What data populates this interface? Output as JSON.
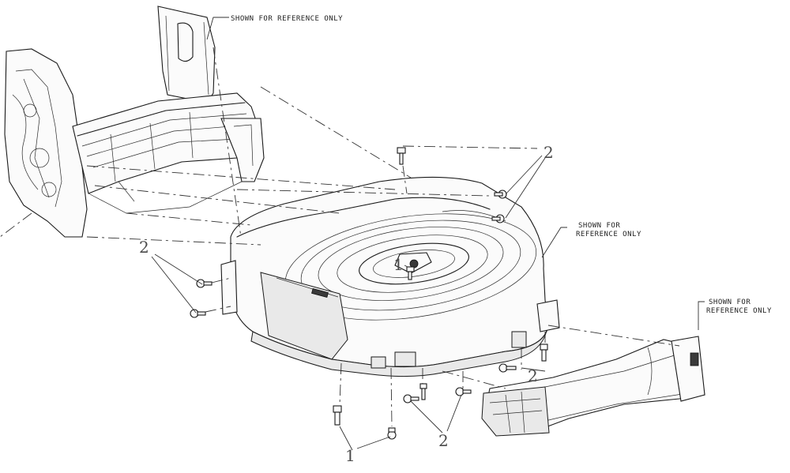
{
  "notes": {
    "handle": "SHOWN FOR REFERENCE ONLY",
    "deck_line1": "SHOWN FOR",
    "deck_line2": "REFERENCE ONLY",
    "bagger_line1": "SHOWN FOR",
    "bagger_line2": "REFERENCE ONLY"
  },
  "callouts": {
    "top_right": "2",
    "left": "2",
    "center": "1",
    "right_lower": "2",
    "bottom_1": "1",
    "bottom_2": "2"
  }
}
